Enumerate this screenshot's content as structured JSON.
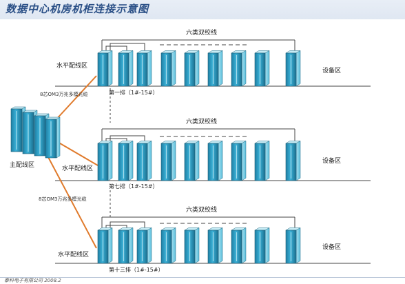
{
  "title": "数据中心机房机柜连接示意图",
  "footer": "泰科电子有限公司 2008.2",
  "main_area_label": "主配线区",
  "fiber_label": "8芯OM3万兆多模光缆",
  "fiber_label_2": "8芯OM3万兆多模光缆",
  "rows": [
    {
      "cable_label": "六类双绞线",
      "area_label": "水平配线区",
      "equipment_label": "设备区",
      "row_label": "第一排（1#-15#）"
    },
    {
      "cable_label": "六类双绞线",
      "area_label": "水平配线区",
      "equipment_label": "设备区",
      "row_label": "第七排（1#-15#）"
    },
    {
      "cable_label": "六类双绞线",
      "area_label": "水平配线区",
      "equipment_label": "设备区",
      "row_label": "第十三排（1#-15#）"
    }
  ],
  "colors": {
    "fiber": "#e07a2b",
    "cable": "#333333",
    "cabinet_front": "#2e9fc2",
    "cabinet_side": "#7fd0e6",
    "cabinet_top": "#b9e6f2",
    "title": "#2a4f86"
  }
}
